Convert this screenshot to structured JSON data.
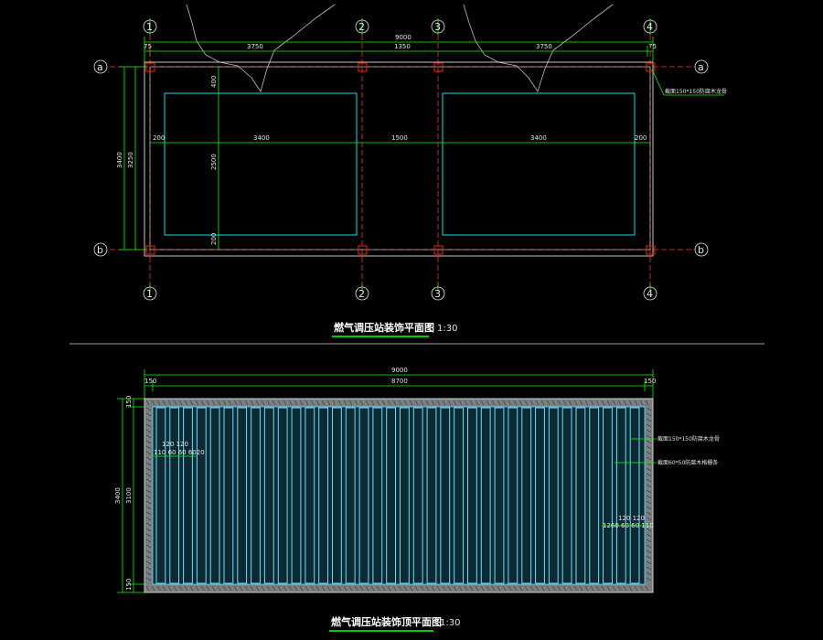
{
  "plan": {
    "title": "燃气调压站装饰平面图",
    "scale": "1:30",
    "grid_columns": [
      "1",
      "2",
      "3",
      "4"
    ],
    "grid_rows": [
      "a",
      "b"
    ],
    "dims_top_total": "9000",
    "dims_top": [
      "75",
      "3750",
      "1350",
      "3750",
      "75"
    ],
    "dims_left": [
      "3400",
      "3250"
    ],
    "dims_inner_h": [
      "200",
      "3400",
      "1500",
      "3400",
      "200"
    ],
    "dims_inner_v": [
      "400",
      "2500",
      "200"
    ],
    "note": "截面150*150防腐木龙骨"
  },
  "roof": {
    "title": "燃气调压站装饰顶平面图",
    "scale": "1:30",
    "dims_top_total": "9000",
    "dims_top_inner": "8700",
    "dims_top_left": "150",
    "dims_top_right": "150",
    "dims_left": [
      "3400",
      "3100"
    ],
    "dims_left_small_top": "150",
    "dims_left_small_bottom": "150",
    "slat_spacing_top": "120 120",
    "slat_spacing_top_row": "110 60 60 6020",
    "slat_spacing_right": "120 120",
    "slat_spacing_right_row": "1260 60 60 110",
    "note_1": "截面150*150防腐木龙骨",
    "note_2": "截面60*50防腐木格栅条"
  },
  "colors": {
    "dim_line": "#00ff00",
    "axis_line": "#ff3333",
    "inner_rect": "#00e5e5",
    "outline": "#d9d9d9",
    "column": "#cc2200",
    "slat": "#66e0ff",
    "title_underline": "#00cc00"
  }
}
